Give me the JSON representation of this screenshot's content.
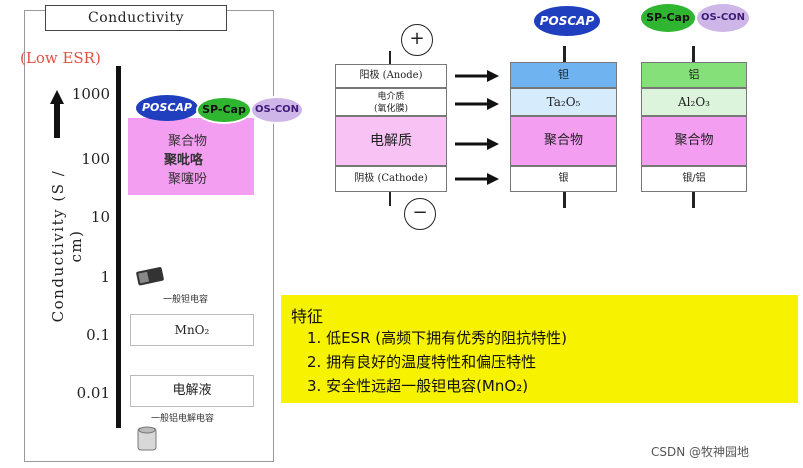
{
  "left_panel": {
    "title": "Conductivity",
    "low_esr": "(Low ESR)",
    "y_axis_label": "Conductivity (S / cm)",
    "ticks": [
      "1000",
      "100",
      "10",
      "1",
      "0.1",
      "0.01"
    ],
    "polymer_lines": [
      "聚合物",
      "聚吡咯",
      "聚噻吩"
    ],
    "tantalum_cap_label": "一般钽电容",
    "mno2_label": "MnO₂",
    "electrolyte_label": "电解液",
    "al_cap_label": "一般铝电解电容",
    "logos": {
      "poscap": "POSCAP",
      "spcap": "SP-Cap",
      "oscon": "OS-CON"
    }
  },
  "structure": {
    "plus": "+",
    "minus": "−",
    "generic_layers": [
      "阳极 (Anode)",
      "电介质\n(氧化膜)",
      "电解质",
      "阴极 (Cathode)"
    ],
    "poscap_layers": [
      "钽",
      "Ta₂O₅",
      "聚合物",
      "银"
    ],
    "spcap_layers": [
      "铝",
      "Al₂O₃",
      "聚合物",
      "银/铝"
    ],
    "logos": {
      "poscap": "POSCAP",
      "spcap": "SP-Cap",
      "oscon": "OS-CON"
    }
  },
  "features": {
    "title": "特征",
    "items": [
      "1.  低ESR (高频下拥有优秀的阻抗特性)",
      "2.  拥有良好的温度特性和偏压特性",
      "3.  安全性远超一般钽电容(MnO₂)"
    ]
  },
  "watermark": "CSDN @牧神园地",
  "colors": {
    "polymer_pink": "#f39ef0",
    "tantalum_blue": "#6fb3f0",
    "oxide_light_blue": "#d6ebfb",
    "aluminum_green": "#86e07a",
    "oxide_light_green": "#dcf3dc",
    "feature_yellow": "#f6f200",
    "low_esr_red": "#e05040"
  }
}
